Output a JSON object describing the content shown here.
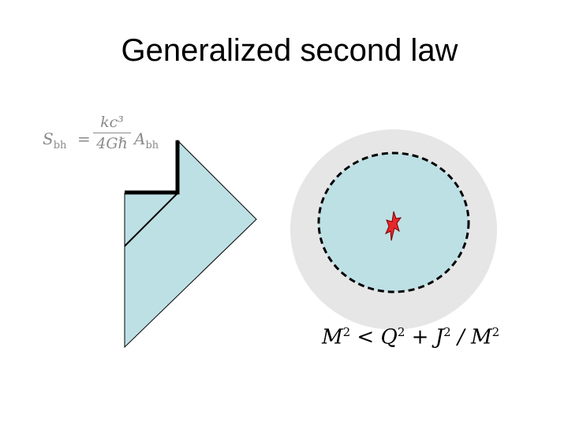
{
  "slide": {
    "title": "Generalized second law"
  },
  "entropy_formula": {
    "lhs_symbol": "S",
    "lhs_subscript": "bh",
    "equals": "=",
    "numerator": "kc³",
    "denominator": "4Gℏ",
    "rhs_symbol": "A",
    "rhs_subscript": "bh"
  },
  "condition_formula": {
    "m1": "M",
    "e1": "2",
    "lt": " < ",
    "q": "Q",
    "e2": "2",
    "plus": " + ",
    "j": "J",
    "e3": "2",
    "slash": " / ",
    "m2": "M",
    "e4": "2"
  },
  "colors": {
    "penrose_fill": "#bde0e5",
    "halo_fill": "#e6e6e6",
    "core_fill": "#e8272b",
    "outline": "#000000"
  }
}
